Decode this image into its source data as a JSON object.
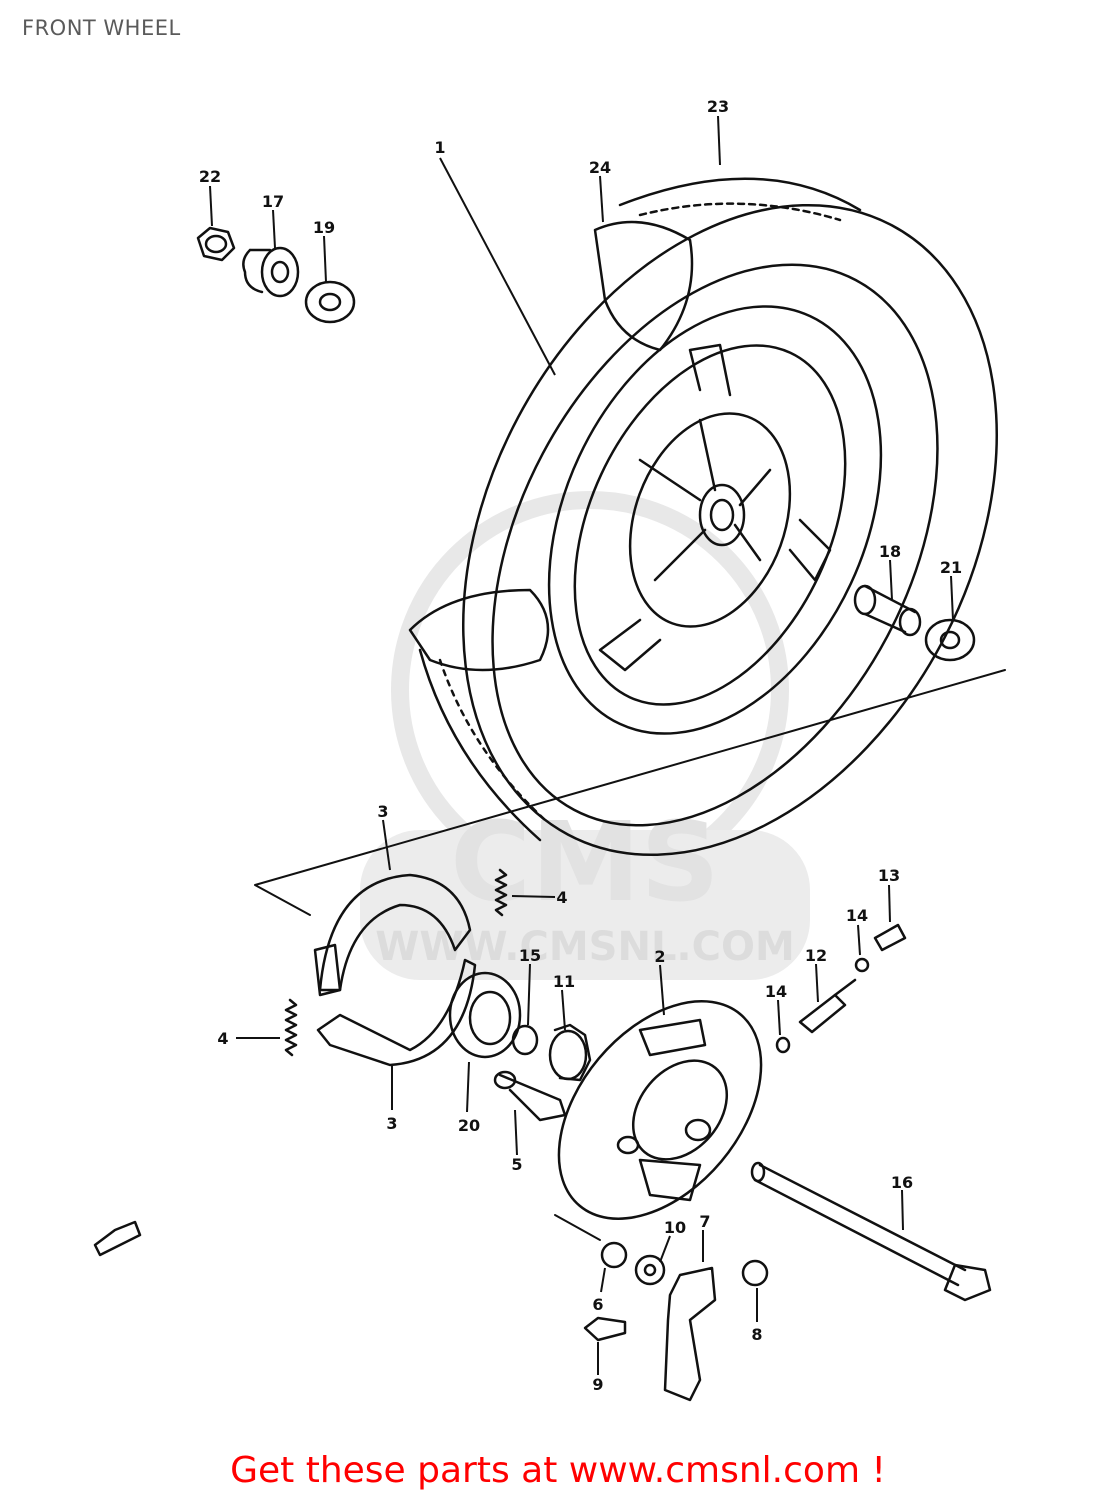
{
  "title": "FRONT WHEEL",
  "watermark": {
    "logo_text": "CMS",
    "url_text": "WWW.CMSNL.COM"
  },
  "callouts": {
    "c1": "1",
    "c2": "2",
    "c3a": "3",
    "c3b": "3",
    "c4a": "4",
    "c4b": "4",
    "c5": "5",
    "c6": "6",
    "c7": "7",
    "c8": "8",
    "c9": "9",
    "c10": "10",
    "c11": "11",
    "c12": "12",
    "c13": "13",
    "c14a": "14",
    "c14b": "14",
    "c15": "15",
    "c16": "16",
    "c17": "17",
    "c18": "18",
    "c19": "19",
    "c20": "20",
    "c21": "21",
    "c22": "22",
    "c23": "23",
    "c24": "24"
  },
  "footer": {
    "text": "Get these parts at www.cmsnl.com !"
  },
  "colors": {
    "footer": "#ff0000",
    "line": "#111111",
    "watermark": "#e6e6e6"
  }
}
